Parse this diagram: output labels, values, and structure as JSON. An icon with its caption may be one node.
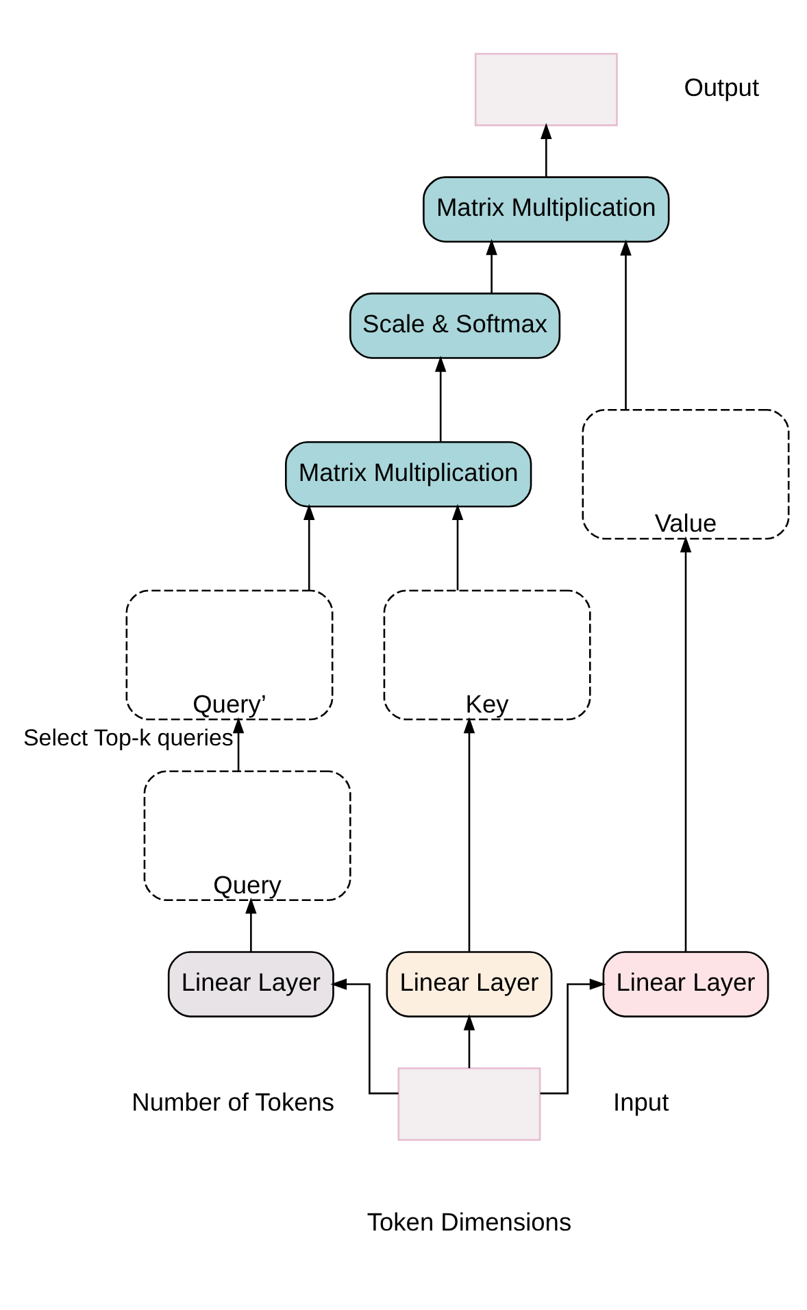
{
  "diagram": {
    "nodes": [
      {
        "text": [],
        "shape": "box",
        "beside": [
          "Output"
        ]
      },
      {
        "text": [
          "Matrix Multiplication"
        ]
      },
      {
        "text": [
          "Scale & Softmax"
        ]
      },
      {
        "text": [
          "Matrix Multiplication"
        ]
      },
      {
        "text": [
          "Query’"
        ]
      },
      {
        "text": [
          "Query"
        ]
      },
      {
        "text": [
          "Key"
        ]
      },
      {
        "text": [
          "Value"
        ]
      },
      {
        "text": [
          "Linear Layer"
        ]
      },
      {
        "text": [
          "Linear Layer"
        ]
      },
      {
        "text": [
          "Linear Layer"
        ]
      },
      {
        "text": [],
        "shape": "box",
        "beside": [
          "Input"
        ]
      }
    ],
    "edges": [
      {
        "from": 11,
        "to": 8,
        "arrow": "to"
      },
      {
        "from": 11,
        "to": 9,
        "arrow": "to"
      },
      {
        "from": 11,
        "to": 10,
        "arrow": "to"
      },
      {
        "from": 8,
        "to": 5,
        "arrow": "to"
      },
      {
        "from": 9,
        "to": 6,
        "arrow": "to"
      },
      {
        "from": 10,
        "to": 7,
        "arrow": "to"
      },
      {
        "from": 5,
        "to": 4,
        "arrow": "to",
        "label": "Select Top-k queries"
      },
      {
        "from": 4,
        "to": 3,
        "arrow": "to"
      },
      {
        "from": 6,
        "to": 3,
        "arrow": "to"
      },
      {
        "from": 3,
        "to": 2,
        "arrow": "to"
      },
      {
        "from": 2,
        "to": 1,
        "arrow": "to"
      },
      {
        "from": 7,
        "to": 1,
        "arrow": "to"
      },
      {
        "from": 1,
        "to": 0,
        "arrow": "to"
      }
    ],
    "labels": [
      "Number of Tokens",
      "Token Dimensions"
    ]
  }
}
